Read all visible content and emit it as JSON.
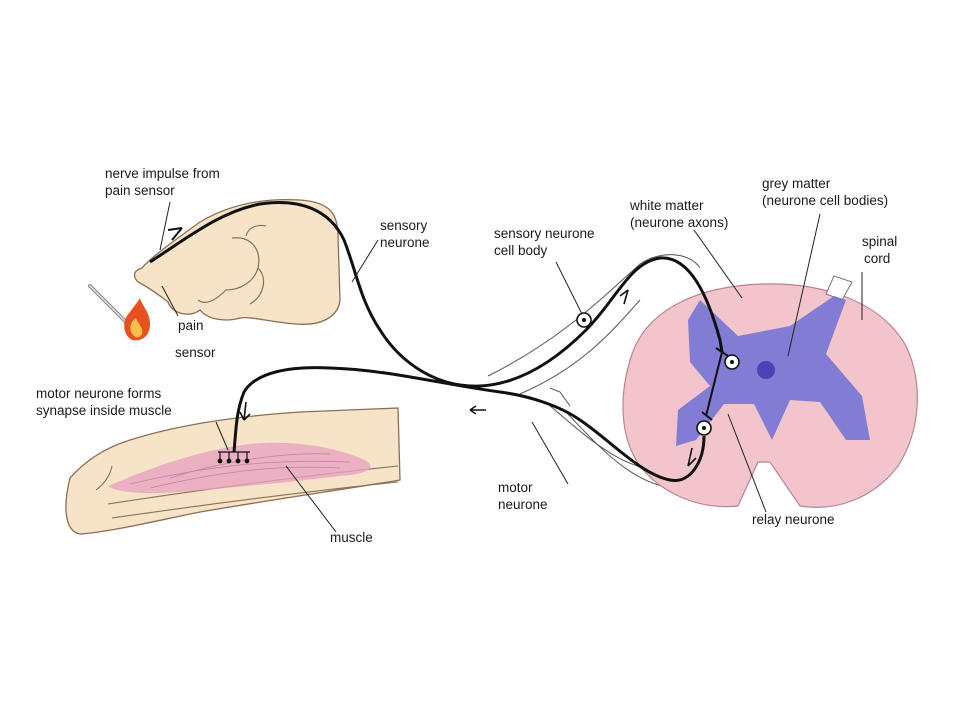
{
  "colors": {
    "skin": "#f6e3c8",
    "skin_outline": "#8a6f55",
    "cord_pink": "#f2c5cc",
    "grey_matter": "#6f6fd6",
    "muscle": "#e8a3c0",
    "nerve": "#111111",
    "flame": "#e8501e"
  },
  "labels": {
    "nerve_impulse_line1": "nerve impulse from",
    "nerve_impulse_line2": "pain sensor",
    "pain_sensor_line1": "pain",
    "pain_sensor_line2": "sensor",
    "sensory_neurone_line1": "sensory",
    "sensory_neurone_line2": "neurone",
    "sensory_cell_body_line1": "sensory neurone",
    "sensory_cell_body_line2": "cell body",
    "white_matter_line1": "white matter",
    "white_matter_line2": "(neurone axons)",
    "grey_matter_line1": "grey matter",
    "grey_matter_line2": "(neurone cell bodies)",
    "spinal_cord_line1": "spinal",
    "spinal_cord_line2": "cord",
    "motor_synapse_line1": "motor neurone forms",
    "motor_synapse_line2": "synapse inside muscle",
    "muscle": "muscle",
    "motor_neurone_line1": "motor",
    "motor_neurone_line2": "neurone",
    "relay_neurone": "relay neurone"
  }
}
